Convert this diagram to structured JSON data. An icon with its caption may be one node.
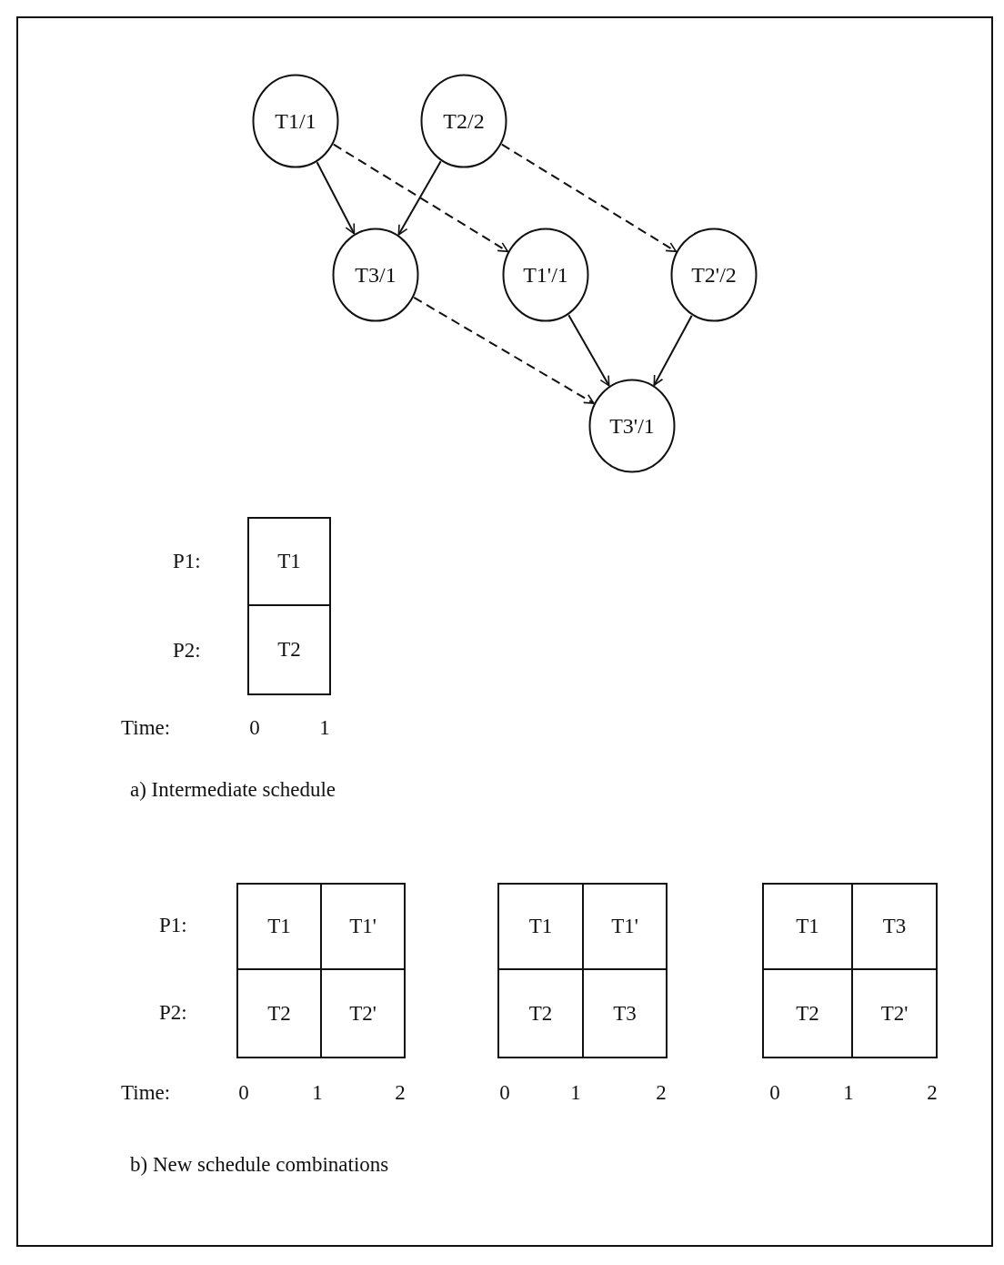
{
  "diagram": {
    "nodes": [
      {
        "text": [
          "T1/1"
        ]
      },
      {
        "text": [
          "T2/2"
        ]
      },
      {
        "text": [
          "T3/1"
        ]
      },
      {
        "text": [
          "T1'/1"
        ]
      },
      {
        "text": [
          "T2'/2"
        ]
      },
      {
        "text": [
          "T3'/1"
        ]
      }
    ],
    "edges": [
      {
        "from": 0,
        "to": 2,
        "arrow": "to"
      },
      {
        "from": 1,
        "to": 2,
        "arrow": "to"
      },
      {
        "from": 0,
        "to": 3,
        "arrow": "to",
        "style": "dashed"
      },
      {
        "from": 1,
        "to": 4,
        "arrow": "to",
        "style": "dashed"
      },
      {
        "from": 2,
        "to": 5,
        "arrow": "to",
        "style": "dashed"
      },
      {
        "from": 3,
        "to": 5,
        "arrow": "to"
      },
      {
        "from": 4,
        "to": 5,
        "arrow": "to"
      }
    ],
    "labels": [
      "P1:",
      "T1",
      "P2:",
      "T2",
      "Time:",
      "0",
      "1",
      "a) Intermediate schedule",
      "P1:",
      "T1",
      "T1'",
      "T1",
      "T1'",
      "T1",
      "T3",
      "P2:",
      "T2",
      "T2'",
      "T2",
      "T3",
      "T2",
      "T2'",
      "Time:",
      "0",
      "1",
      "2",
      "0",
      "1",
      "2",
      "0",
      "1",
      "2",
      "b) New schedule combinations"
    ]
  }
}
